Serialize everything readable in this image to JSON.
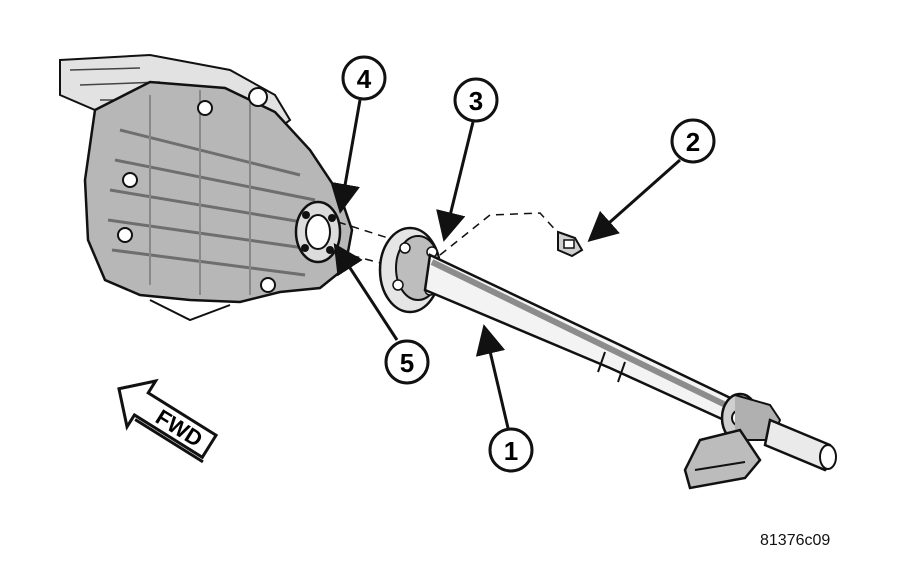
{
  "callouts": [
    {
      "id": "callout-1",
      "label": "1"
    },
    {
      "id": "callout-2",
      "label": "2"
    },
    {
      "id": "callout-3",
      "label": "3"
    },
    {
      "id": "callout-4",
      "label": "4"
    },
    {
      "id": "callout-5",
      "label": "5"
    }
  ],
  "direction_indicator": "FWD",
  "figure_code": "81376c09",
  "colors": {
    "line": "#111111",
    "shade": "#9a9a9a",
    "light": "#d6d6d6",
    "background": "#ffffff"
  }
}
